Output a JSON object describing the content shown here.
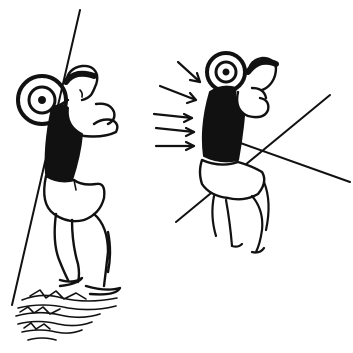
{
  "image": {
    "subject_left": "lifter-front-squat-bar-path-vertical",
    "subject_right": "lifter-front-squat-leaning-with-arrows",
    "ink_color": "#111111",
    "paper_color": "#ffffff",
    "arrow_count": 5
  }
}
